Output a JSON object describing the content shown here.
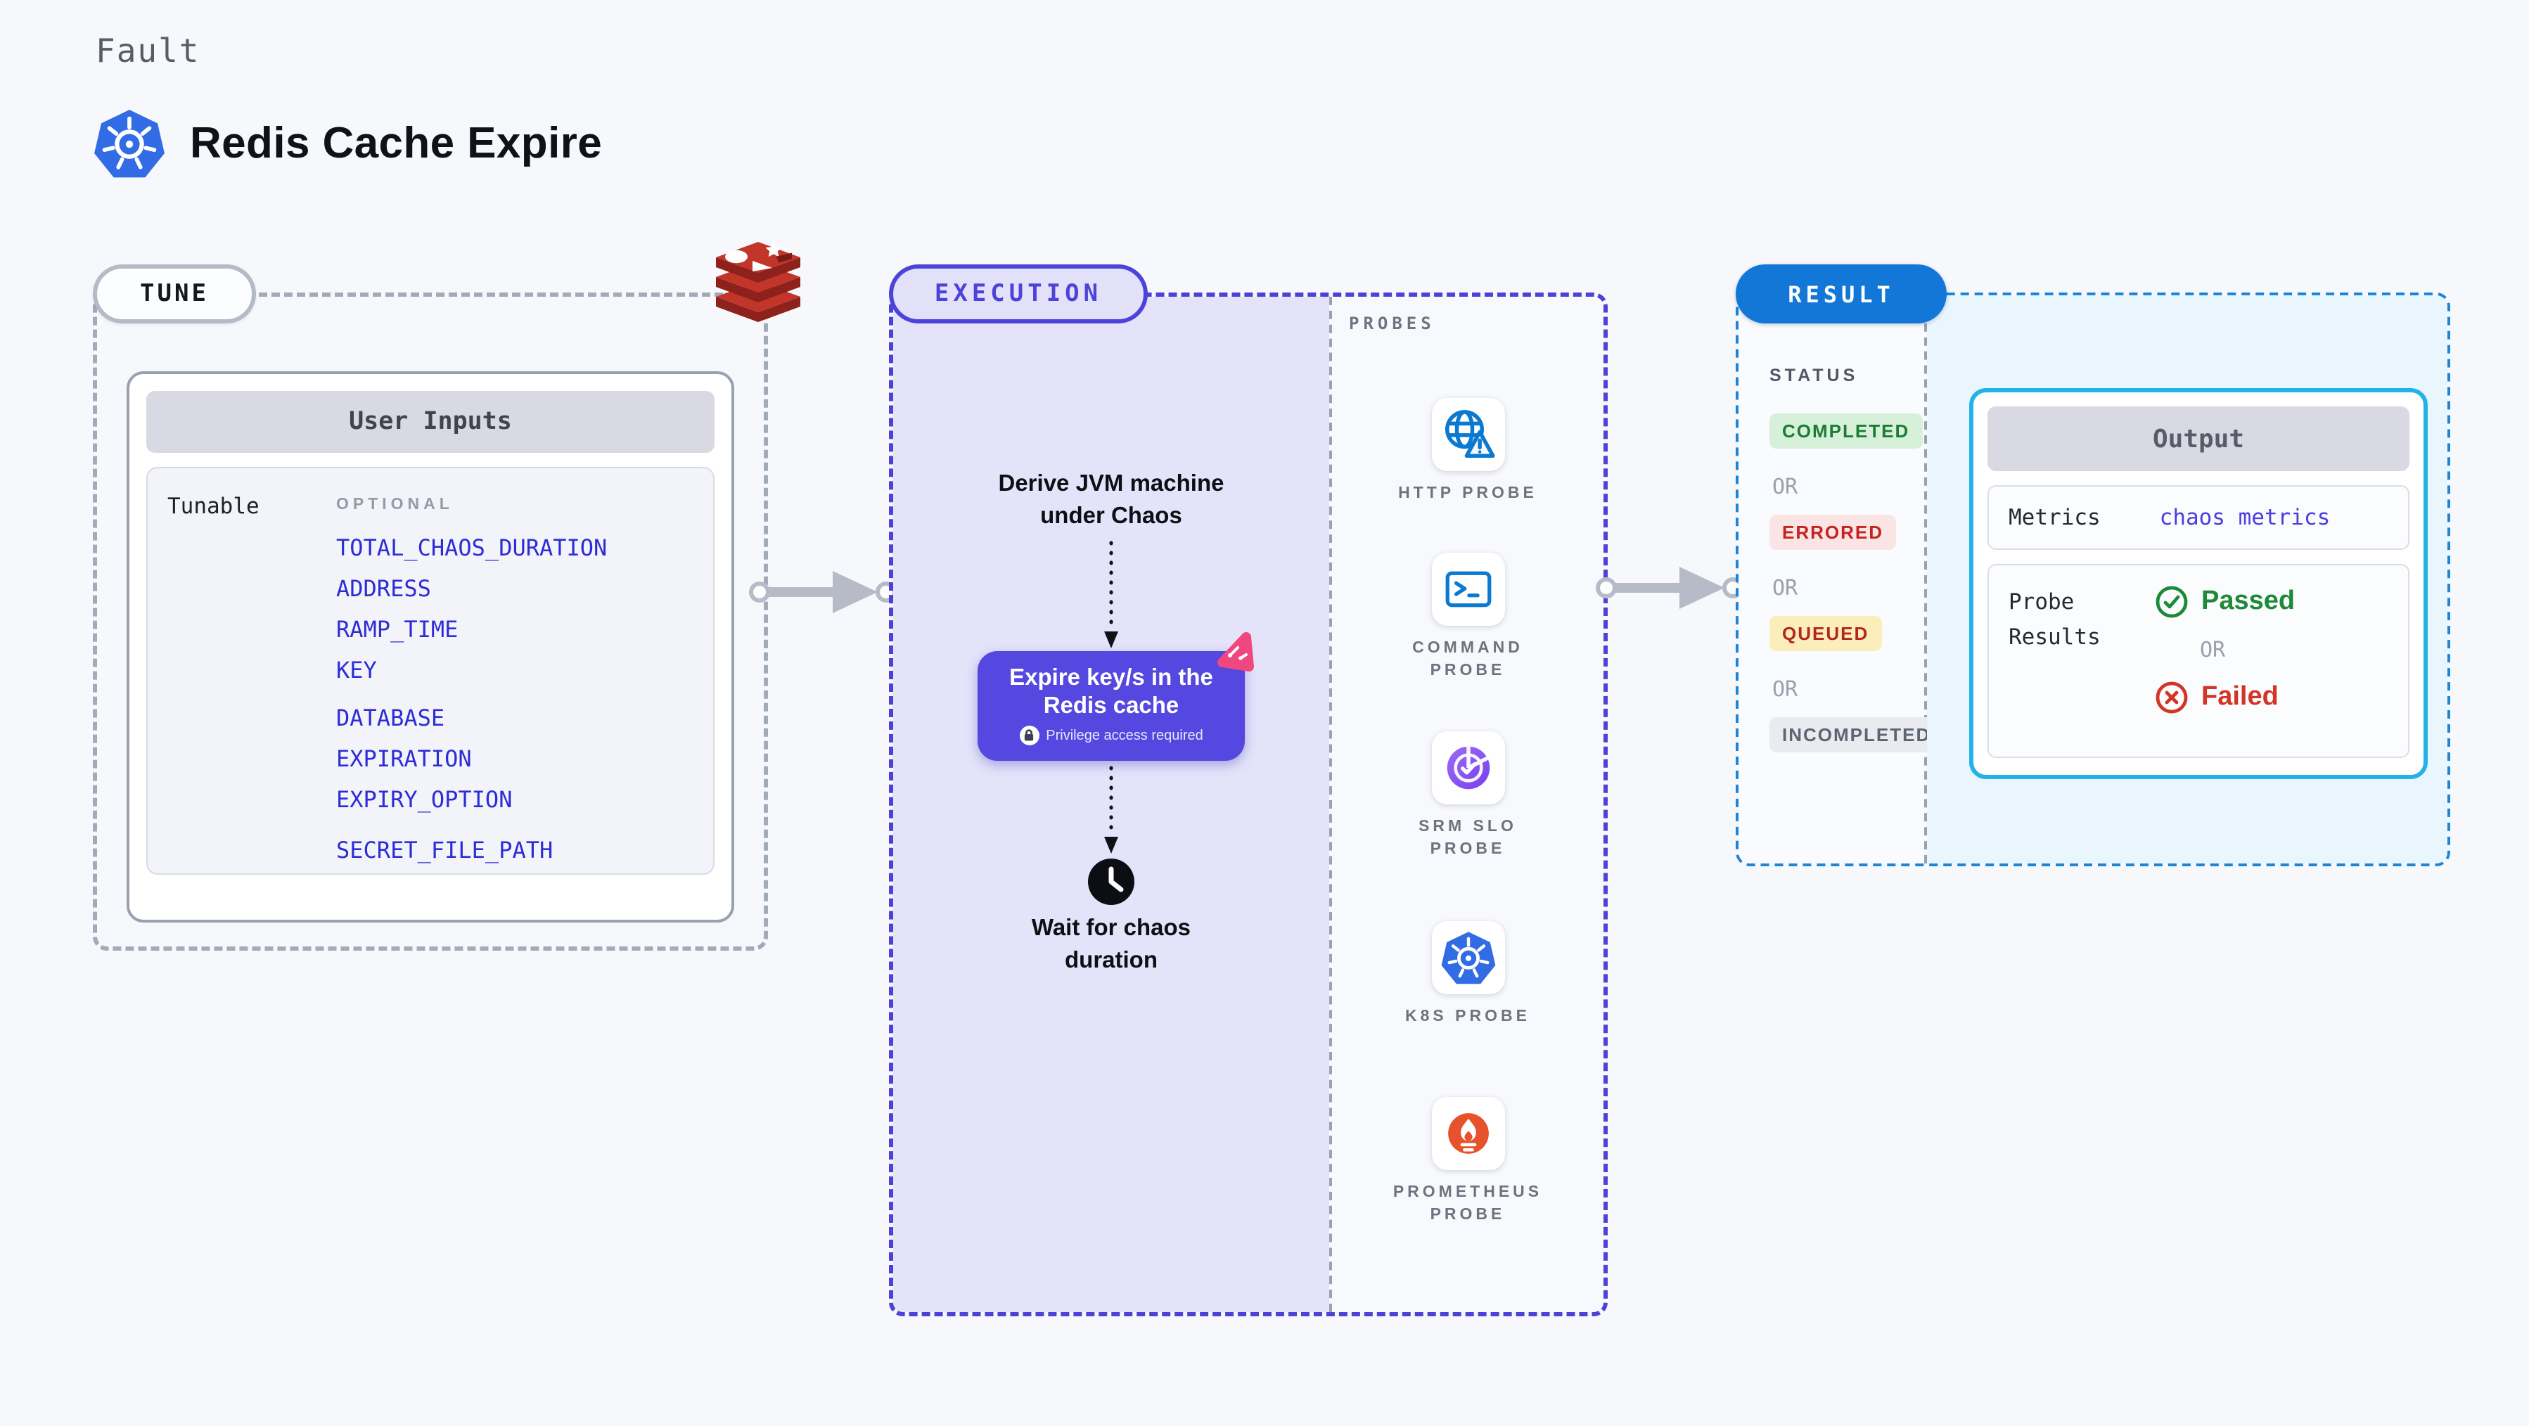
{
  "header": {
    "kicker": "Fault",
    "title": "Redis Cache Expire"
  },
  "tune": {
    "pill": "TUNE",
    "card_title": "User Inputs",
    "row_label": "Tunable",
    "group_label": "OPTIONAL",
    "inputs": [
      "TOTAL_CHAOS_DURATION",
      "ADDRESS",
      "RAMP_TIME",
      "KEY",
      "DATABASE",
      "EXPIRATION",
      "EXPIRY_OPTION",
      "SECRET_FILE_PATH"
    ]
  },
  "execution": {
    "pill": "EXECUTION",
    "step_derive": {
      "line1": "Derive JVM machine",
      "line2": "under Chaos"
    },
    "chaos_node": {
      "line1": "Expire key/s in the",
      "line2": "Redis cache",
      "privilege": "Privilege access required"
    },
    "step_wait": {
      "line1": "Wait for chaos",
      "line2": "duration"
    }
  },
  "probes": {
    "panel_label": "PROBES",
    "items": [
      {
        "label_line1": "HTTP PROBE",
        "label_line2": "",
        "icon": "globe-alert-icon"
      },
      {
        "label_line1": "COMMAND",
        "label_line2": "PROBE",
        "icon": "terminal-icon"
      },
      {
        "label_line1": "SRM SLO",
        "label_line2": "PROBE",
        "icon": "slo-donut-icon"
      },
      {
        "label_line1": "K8S PROBE",
        "label_line2": "",
        "icon": "kubernetes-icon"
      },
      {
        "label_line1": "PROMETHEUS",
        "label_line2": "PROBE",
        "icon": "prometheus-icon"
      }
    ]
  },
  "result": {
    "pill": "RESULT",
    "status_heading": "STATUS",
    "or": "OR",
    "statuses": [
      {
        "label": "COMPLETED",
        "fg": "#1b7d33",
        "bg": "#d7f0d9"
      },
      {
        "label": "ERRORED",
        "fg": "#c5221f",
        "bg": "#fbe4e4"
      },
      {
        "label": "QUEUED",
        "fg": "#b3261e",
        "bg": "#fceebb"
      },
      {
        "label": "INCOMPLETED",
        "fg": "#5d6472",
        "bg": "#e9ebf1"
      }
    ],
    "output": {
      "title": "Output",
      "metrics_label": "Metrics",
      "metrics_value": "chaos metrics",
      "probe_results_line1": "Probe",
      "probe_results_line2": "Results",
      "passed": "Passed",
      "or": "OR",
      "failed": "Failed"
    }
  },
  "colors": {
    "page_bg": "#f7f8fc",
    "accent_indigo": "#4b42d8",
    "lavender_bg": "#e4e3f9",
    "chaos_node": "#5448e0",
    "pink_badge": "#f1477f",
    "result_blue": "#1277d6",
    "output_border": "#25b2e8",
    "output_bg": "#e9f6fd",
    "input_link_blue": "#2d2dd6",
    "arrow_gray": "#b7bbc8",
    "redis_red": "#c23529",
    "kubernetes_blue": "#326ce5",
    "prometheus_orange": "#e6522c",
    "probe_blue": "#0b79d0",
    "passed_green": "#1d8a38",
    "failed_red": "#d33426"
  }
}
